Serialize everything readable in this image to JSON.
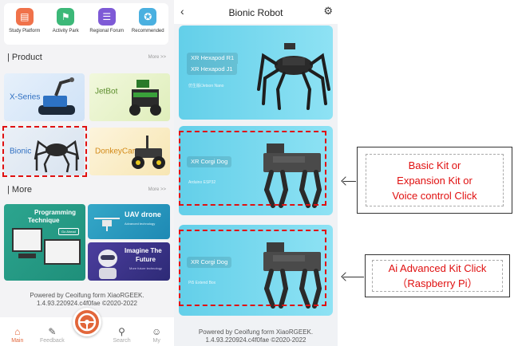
{
  "left_app": {
    "shortcuts": [
      {
        "label": "Study Platform",
        "icon": "book-icon",
        "color": "#f0724a"
      },
      {
        "label": "Activity Park",
        "icon": "flag-icon",
        "color": "#3cb878"
      },
      {
        "label": "Regional Forum",
        "icon": "chat-icon",
        "color": "#7e5ad6"
      },
      {
        "label": "Recommended",
        "icon": "award-icon",
        "color": "#4ab0e0"
      }
    ],
    "product": {
      "title": "| Product",
      "more": "More >>"
    },
    "products": [
      "X-Series",
      "JetBot",
      "Bionic",
      "DonkeyCar"
    ],
    "more_section": {
      "title": "| More",
      "more": "More >>"
    },
    "more_cards": {
      "programming": {
        "title": "Programming",
        "subtitle": "Technique",
        "button": "Go Ahead"
      },
      "uav": {
        "title": "UAV drone",
        "subtitle": "Advanced technology"
      },
      "future": {
        "title": "Imagine The",
        "subtitle": "Future",
        "tag": "More future technology"
      }
    },
    "powered_line1": "Powered by Ceoifung form XiaoRGEEK.",
    "powered_line2": "1.4.93.220924.c4f0fae ©2020-2022",
    "tabs": [
      {
        "label": "Main",
        "icon": "home-icon"
      },
      {
        "label": "Feedback",
        "icon": "edit-icon"
      },
      {
        "label": "Search",
        "icon": "search-icon"
      },
      {
        "label": "My",
        "icon": "user-icon"
      }
    ]
  },
  "right_app": {
    "title": "Bionic Robot",
    "cards": [
      {
        "pill_lines": [
          "XR Hexapod R1",
          "XR Hexapod J1"
        ],
        "sub": "仿生版/Jetson Nano"
      },
      {
        "pill_lines": [
          "XR Corgi Dog"
        ],
        "sub": "Arduino ESP32"
      },
      {
        "pill_lines": [
          "XR Corgi Dog"
        ],
        "sub": "Pi5 Extend Box"
      }
    ],
    "powered_line1": "Powered by Ceoifung form XiaoRGEEK.",
    "powered_line2": "1.4.93.220924.c4f0fae ©2020-2022"
  },
  "callouts": {
    "basic": {
      "line1": "Basic Kit or",
      "line2": "Expansion Kit or",
      "line3": "Voice control Click"
    },
    "ai": {
      "line1": "Ai Advanced Kit Click",
      "line2": "（Raspberry Pi）"
    }
  }
}
